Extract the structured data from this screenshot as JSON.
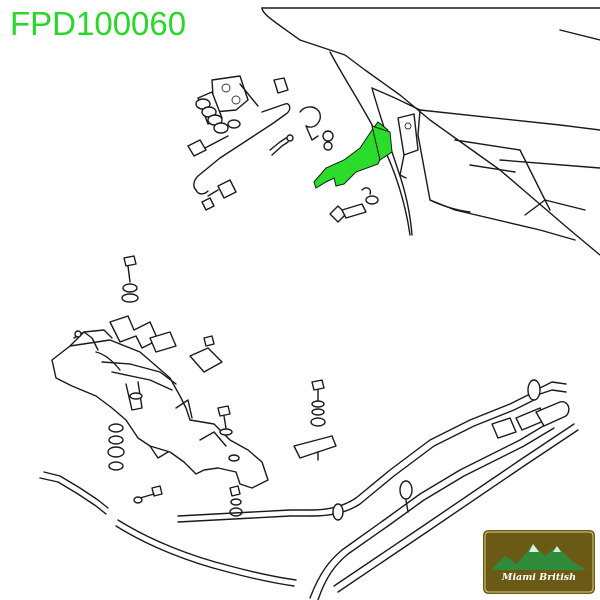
{
  "part_number": "FPD100060",
  "brand": {
    "name": "Miami British"
  },
  "colors": {
    "highlight": "#2bdc2b",
    "part_number_text": "#2bd62b",
    "logo_bg": "#6b5a16",
    "logo_mountain": "#2f8a3a",
    "line": "#1a1a1a"
  },
  "icons": {
    "highlighted_part": "bonnet-latch-bracket",
    "logo": "mountain-badge-logo"
  }
}
